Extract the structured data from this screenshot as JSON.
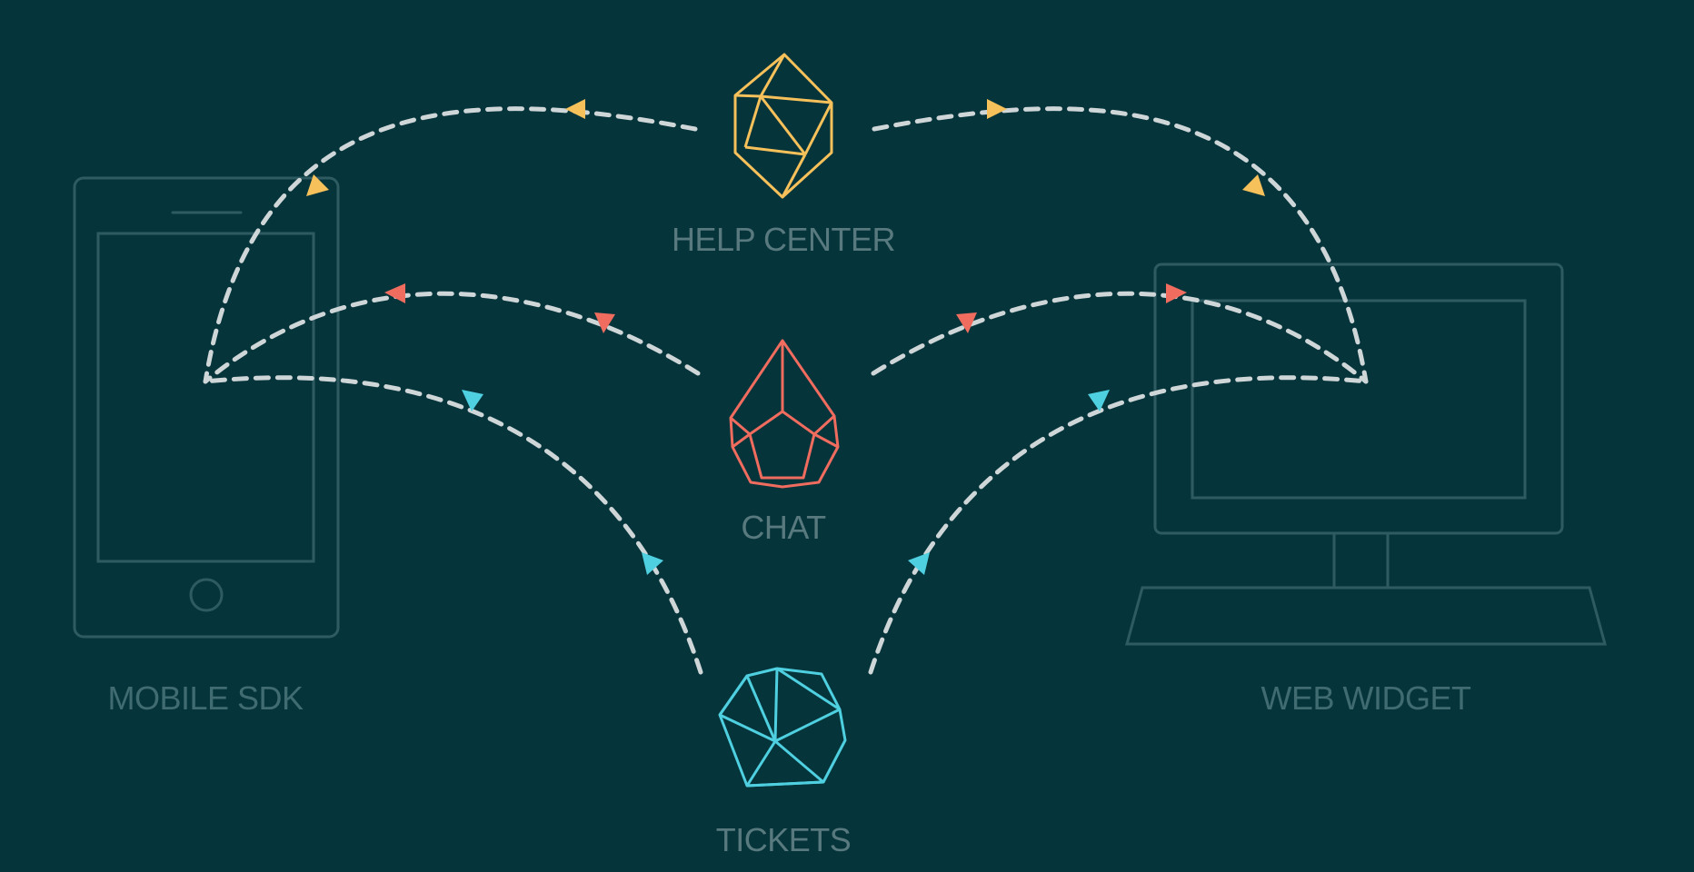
{
  "colors": {
    "background": "#05343b",
    "device_outline": "#2e5b61",
    "device_label": "#3f6b71",
    "product_label": "#58797e",
    "connector": "#cfd6d8",
    "help_center": "#f6c15a",
    "chat": "#ef6c5f",
    "tickets": "#4fd0e0"
  },
  "devices": {
    "mobile": {
      "label": "MOBILE SDK",
      "icon": "smartphone-outline-icon"
    },
    "web": {
      "label": "WEB WIDGET",
      "icon": "desktop-monitor-outline-icon"
    }
  },
  "products": {
    "help_center": {
      "label": "HELP CENTER",
      "icon": "hexagonal-gem-icon"
    },
    "chat": {
      "label": "CHAT",
      "icon": "drop-gem-icon"
    },
    "tickets": {
      "label": "TICKETS",
      "icon": "round-gem-icon"
    }
  },
  "connectors": [
    {
      "from": "help_center",
      "to": "mobile_sdk",
      "color_key": "help_center"
    },
    {
      "from": "help_center",
      "to": "web_widget",
      "color_key": "help_center"
    },
    {
      "from": "chat",
      "to": "mobile_sdk",
      "color_key": "chat"
    },
    {
      "from": "chat",
      "to": "web_widget",
      "color_key": "chat"
    },
    {
      "from": "tickets",
      "to": "mobile_sdk",
      "color_key": "tickets"
    },
    {
      "from": "tickets",
      "to": "web_widget",
      "color_key": "tickets"
    }
  ]
}
